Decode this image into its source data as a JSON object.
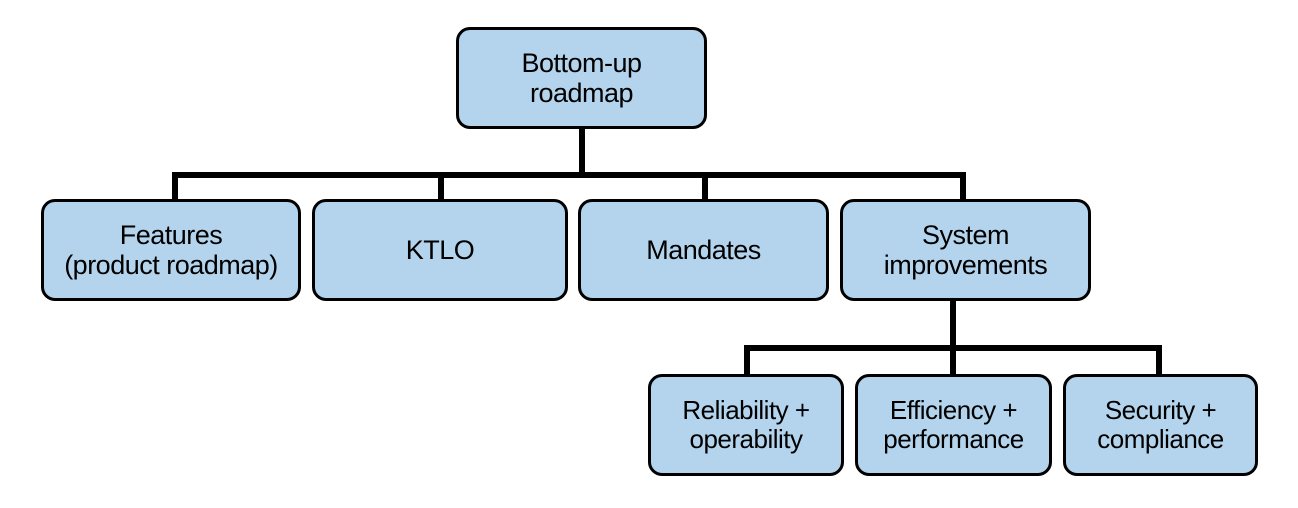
{
  "diagram": {
    "root": {
      "label": "Bottom-up\nroadmap"
    },
    "children": [
      {
        "label": "Features\n(product roadmap)"
      },
      {
        "label": "KTLO"
      },
      {
        "label": "Mandates"
      },
      {
        "label": "System\nimprovements"
      }
    ],
    "grandchildren": [
      {
        "label": "Reliability +\noperability"
      },
      {
        "label": "Efficiency +\nperformance"
      },
      {
        "label": "Security +\ncompliance"
      }
    ]
  },
  "colors": {
    "box_fill": "#b3d4ec",
    "box_border": "#000000",
    "connector": "#000000"
  }
}
